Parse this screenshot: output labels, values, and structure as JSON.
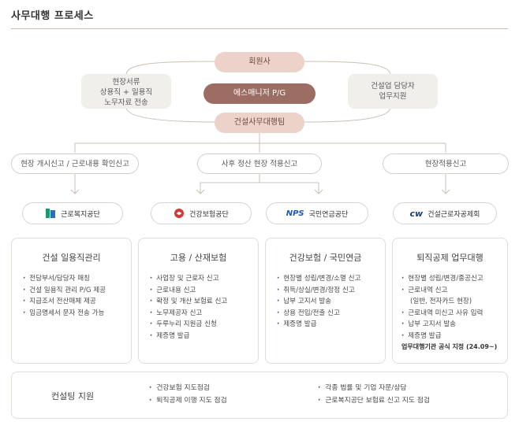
{
  "title": "사무대행 프로세스",
  "top": {
    "member": "회원사",
    "program": "에스매니저 P/G",
    "team": "건설사무대행팀",
    "left_box": [
      "현장서류",
      "상용직 + 일용직",
      "노무자료 전송"
    ],
    "right_box": [
      "건설업 담당자",
      "업무지원"
    ]
  },
  "stages": {
    "left": "현장 개시신고 / 근로내용 확인신고",
    "center": "사후 정산 현장 적용신고",
    "right": "현장적용신고"
  },
  "orgs": [
    {
      "name": "근로복지공단",
      "color": "#1a9a6c"
    },
    {
      "name": "건강보험공단",
      "color": "#d23a3a"
    },
    {
      "name": "국민연금공단",
      "logo_text": "NPS",
      "color": "#1e5aa8"
    },
    {
      "name": "건설근로자공제회",
      "logo_text": "cw",
      "color": "#1b3f7a"
    }
  ],
  "cards": [
    {
      "title": "건설 일용직관리",
      "items": [
        "전담부서/담당자 매칭",
        "건설 일용직 관리 P/G 제공",
        "지급조서 전산매체 제공",
        "임금명세서 문자 전송 가능"
      ]
    },
    {
      "title": "고용 / 산재보험",
      "items": [
        "사업장 및 근로자 신고",
        "근로내용 신고",
        "확정 및 개산 보험료 신고",
        "노무제공자 신고",
        "두루누리 지원금 신청",
        "제증명 발급"
      ]
    },
    {
      "title": "건강보험 / 국민연금",
      "items": [
        "현장별 성립/변경/소멸 신고",
        "취득/상실/변경/정정 신고",
        "납부 고지서 발송",
        "상용 전입/전출 신고",
        "제증명 발급"
      ]
    },
    {
      "title": "퇴직공제 업무대행",
      "items": [
        "현장별 성립/변경/종공신고",
        "근로내역 신고",
        "(일반, 전자카드 현장)",
        "근로내역 미신고 사유 입력",
        "납부 고지서 발송",
        "제증명 발급",
        "업무대행기관 공식 지정 (24.09~)"
      ]
    }
  ],
  "consulting": {
    "title": "컨설팅 지원",
    "left": [
      "건강보험 지도점검",
      "퇴직공제 이행 지도 점검"
    ],
    "right": [
      "각종 법률 및 기업 자문/상담",
      "근로복지공단 보험료 신고 지도 점검"
    ]
  }
}
